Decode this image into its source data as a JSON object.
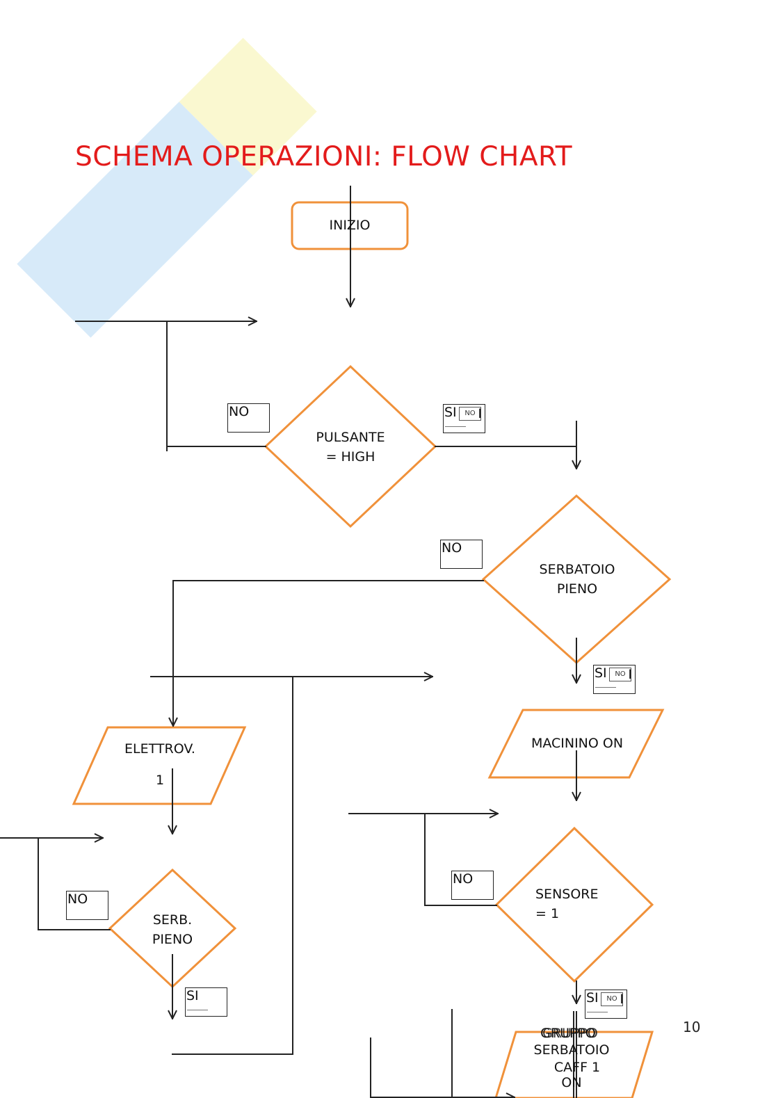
{
  "title": "SCHEMA OPERAZIONI: FLOW CHART",
  "page_number": "10",
  "colors": {
    "title": "#e31b1b",
    "shape_stroke": "#f0913a",
    "line": "#222222"
  },
  "nodes": {
    "start": "INIZIO",
    "pulsante": [
      "PULSANTE",
      "= HIGH"
    ],
    "serbatoio_pieno": [
      "SERBATOIO",
      "PIENO"
    ],
    "elettrov": [
      "ELETTROV.",
      "1"
    ],
    "macinino": "MACININO ON",
    "sensore": [
      "SENSORE",
      "= 1"
    ],
    "serb_pieno": [
      "SERB.",
      "PIENO"
    ],
    "overlap_text": {
      "line1": "GRUPPO",
      "line2": "SERBATOIO",
      "line3": "CAFF 1",
      "line4": "ON"
    }
  },
  "tags": {
    "no": "NO",
    "si": "SI",
    "mini": "NO",
    "bar": "I"
  }
}
